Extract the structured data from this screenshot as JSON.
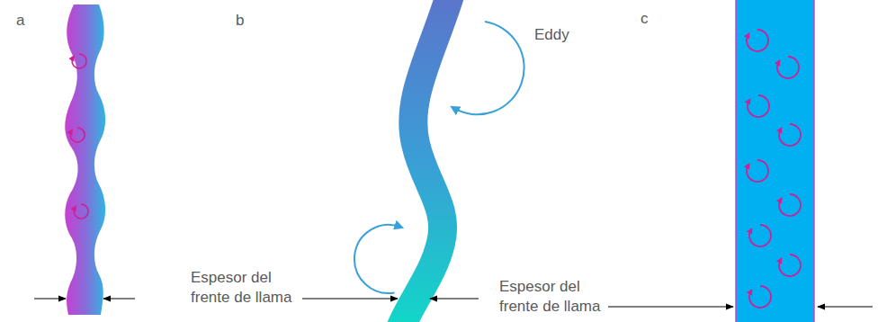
{
  "diagram": {
    "labels": [
      "a",
      "b",
      "Eddy",
      "c",
      "Espesor del frente de llama",
      "Espesor del frente de llama"
    ]
  }
}
